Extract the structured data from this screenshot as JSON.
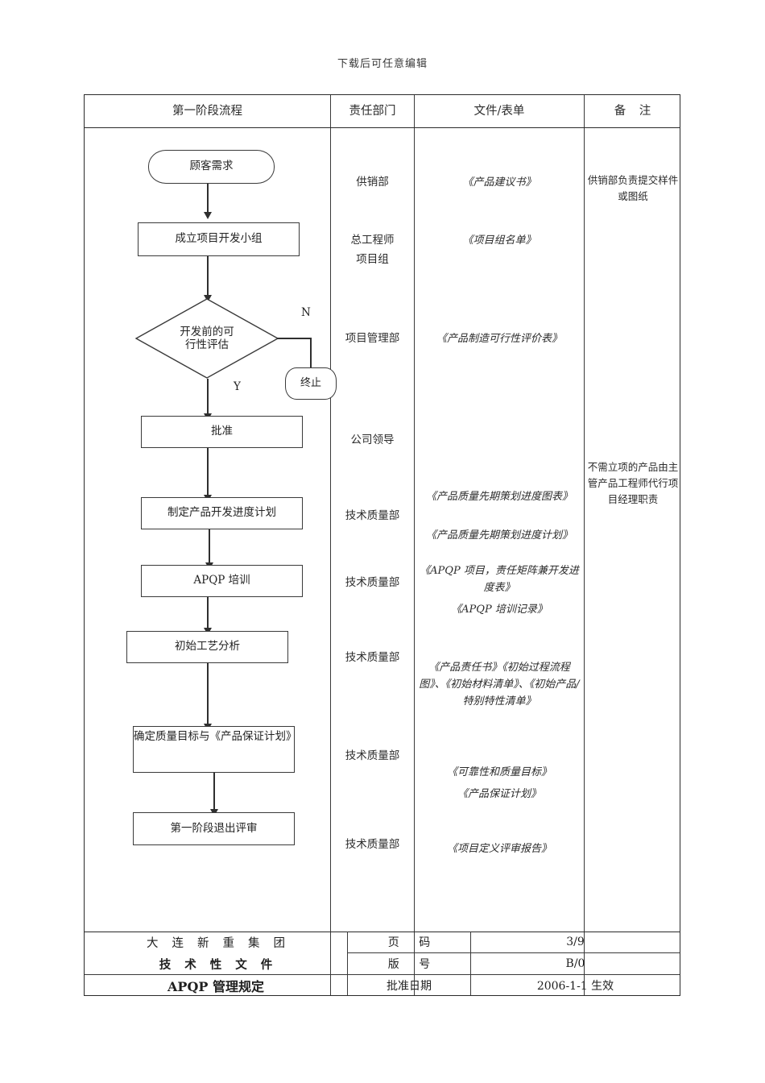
{
  "page_note": "下载后可任意编辑",
  "table": {
    "headers": [
      "第一阶段流程",
      "责任部门",
      "文件/表单",
      "备  注"
    ]
  },
  "flowchart": {
    "nodes": [
      {
        "id": "start",
        "shape": "rounded-terminator",
        "label": "顾客需求"
      },
      {
        "id": "team",
        "shape": "process",
        "label": "成立项目开发小组"
      },
      {
        "id": "feasibility",
        "shape": "decision",
        "label": "开发前的可\n行性评估"
      },
      {
        "id": "terminate",
        "shape": "terminator",
        "label": "终止"
      },
      {
        "id": "approve",
        "shape": "process",
        "label": "批准"
      },
      {
        "id": "schedule",
        "shape": "process",
        "label": "制定产品开发进度计划"
      },
      {
        "id": "training",
        "shape": "process",
        "label": "APQP 培训"
      },
      {
        "id": "process-ana",
        "shape": "process",
        "label": "初始工艺分析"
      },
      {
        "id": "quality-goal",
        "shape": "process",
        "label": "确定质量目标与《产品保证计划》"
      },
      {
        "id": "exit-review",
        "shape": "process",
        "label": "第一阶段退出评审"
      }
    ],
    "branch_labels": {
      "no": "N",
      "yes": "Y"
    }
  },
  "departments": [
    {
      "text": "供销部"
    },
    {
      "text": "总工程师"
    },
    {
      "text": "项目组"
    },
    {
      "text": "项目管理部"
    },
    {
      "text": "公司领导"
    },
    {
      "text": "技术质量部"
    },
    {
      "text": "技术质量部"
    },
    {
      "text": "技术质量部"
    },
    {
      "text": "技术质量部"
    },
    {
      "text": "技术质量部"
    }
  ],
  "documents": [
    {
      "text": "《产品建议书》"
    },
    {
      "text": "《项目组名单》"
    },
    {
      "text": "《产品制造可行性评价表》"
    },
    {
      "text": "《产品质量先期策划进度图表》"
    },
    {
      "text": "《产品质量先期策划进度计划》"
    },
    {
      "text": "《APQP 项目，责任矩阵兼开发进度表》"
    },
    {
      "text": "《APQP 培训记录》"
    },
    {
      "text": "《产品责任书》《初始过程流程图》、《初始材料清单》、《初始产品/特别特性清单》"
    },
    {
      "text": "《可靠性和质量目标》"
    },
    {
      "text": "《产品保证计划》"
    },
    {
      "text": "《项目定义评审报告》"
    }
  ],
  "notes": [
    {
      "text": "供销部负责提交样件或图纸"
    },
    {
      "text": "不需立项的产品由主管产品工程师代行项目经理职责"
    }
  ],
  "footer": {
    "company_line1": "大连新重集团",
    "company_line2": "技术性文件",
    "doc_title": "APQP 管理规定",
    "rows": [
      {
        "label": "页  码",
        "value": "3/9"
      },
      {
        "label": "版  号",
        "value": "B/0"
      },
      {
        "label": "批准日期",
        "value": "2006-1-1 生效"
      }
    ]
  }
}
